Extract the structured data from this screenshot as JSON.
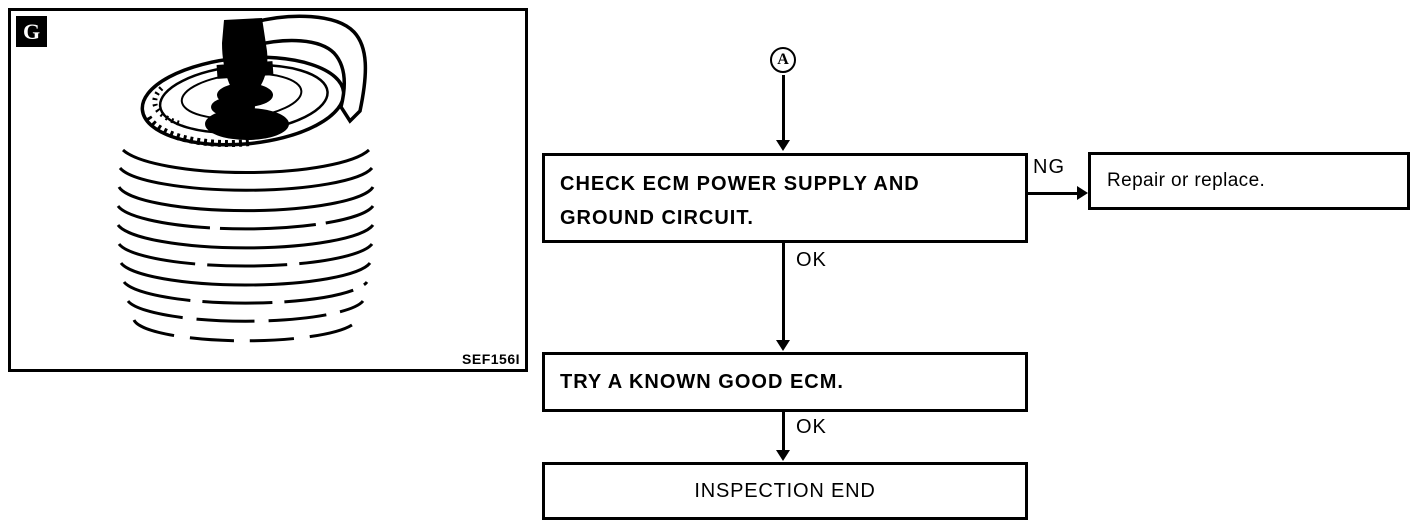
{
  "page": {
    "paper_color": "#ffffff",
    "ink_color": "#000000"
  },
  "figure": {
    "panel_label": "G",
    "ref_code": "SEF156I",
    "illustration": "spark-plug-line-drawing"
  },
  "flowchart": {
    "connector_label": "A",
    "check_box": {
      "line1": "CHECK ECM POWER SUPPLY AND",
      "line2": "GROUND CIRCUIT."
    },
    "ng_label": "NG",
    "repair_box_text": "Repair or replace.",
    "ok_label_1": "OK",
    "try_box_text": "TRY A KNOWN GOOD ECM.",
    "ok_label_2": "OK",
    "end_box_text": "INSPECTION END"
  }
}
